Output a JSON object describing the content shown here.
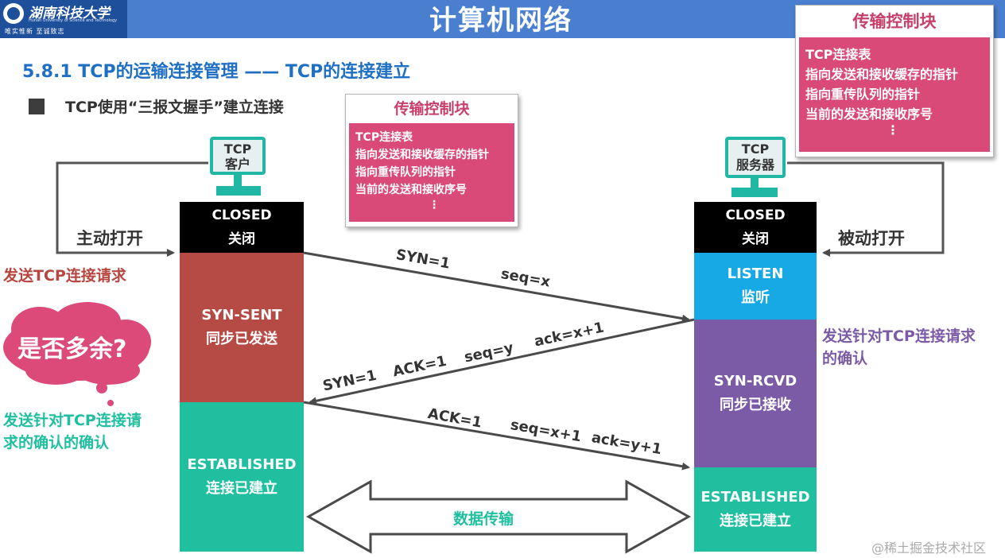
{
  "header": {
    "title": "计算机网络",
    "logo_cn": "湖南科技大学",
    "logo_en": "Hunan University of Science and Technology",
    "logo_motto": "唯实惟新 至诚致志"
  },
  "section_title": "5.8.1 TCP的运输连接管理 —— TCP的连接建立",
  "bullet_text": "TCP使用“三报文握手”建立连接",
  "tcb_center": {
    "title": "传输控制块",
    "lines": [
      "TCP连接表",
      "指向发送和接收缓存的指针",
      "指向重传队列的指针",
      "当前的发送和接收序号",
      "⋮"
    ]
  },
  "tcb_right": {
    "title": "传输控制块",
    "lines": [
      "TCP连接表",
      "指向发送和接收缓存的指针",
      "指向重传队列的指针",
      "当前的发送和接收序号",
      "⋮"
    ]
  },
  "client": {
    "monitor_line1": "TCP",
    "monitor_line2": "客户",
    "states": [
      {
        "en": "CLOSED",
        "cn": "关闭",
        "color": "#000000"
      },
      {
        "en": "SYN-SENT",
        "cn": "同步已发送",
        "color": "#b64b45"
      },
      {
        "en": "ESTABLISHED",
        "cn": "连接已建立",
        "color": "#1fbfa0"
      }
    ],
    "active_open": "主动打开",
    "send_request": "发送TCP连接请求",
    "send_ack_ack": [
      "发送针对TCP连接请",
      "求的确认的确认"
    ],
    "question": "是否多余?"
  },
  "server": {
    "monitor_line1": "TCP",
    "monitor_line2": "服务器",
    "states": [
      {
        "en": "CLOSED",
        "cn": "关闭",
        "color": "#000000"
      },
      {
        "en": "LISTEN",
        "cn": "监听",
        "color": "#17a9e6"
      },
      {
        "en": "SYN-RCVD",
        "cn": "同步已接收",
        "color": "#7b5aa6"
      },
      {
        "en": "ESTABLISHED",
        "cn": "连接已建立",
        "color": "#1fbfa0"
      }
    ],
    "passive_open": "被动打开",
    "send_ack": [
      "发送针对TCP连接请求",
      "的确认"
    ]
  },
  "segments": {
    "syn": {
      "syn": "SYN=1",
      "seq": "seq=x"
    },
    "synack": {
      "syn": "SYN=1",
      "ack_flag": "ACK=1",
      "seq": "seq=y",
      "ack": "ack=x+1"
    },
    "ack": {
      "ack_flag": "ACK=1",
      "seq": "seq=x+1",
      "ack": "ack=y+1"
    }
  },
  "data_transfer": "数据传输",
  "watermark": "@稀土掘金技术社区",
  "colors": {
    "header_blue": "#4a7fd0",
    "title_blue": "#1f6fc2",
    "tcb_pink": "#d94a79",
    "teal": "#20b8a4",
    "red_text": "#b6463f",
    "green_text": "#1fbfa0",
    "purple_text": "#7b5aa6"
  }
}
